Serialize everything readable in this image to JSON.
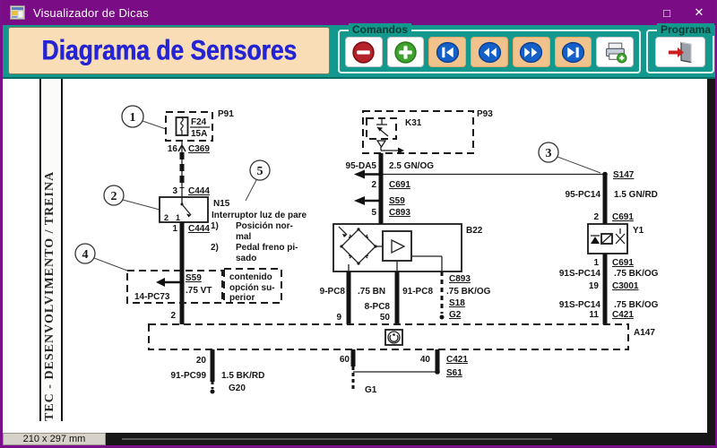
{
  "colors": {
    "titlebar": "#7a0d86",
    "toolbar_teal": "#12988c",
    "panel_cream": "#f8ddb6",
    "heading_blue": "#2424d4"
  },
  "window": {
    "title": "Visualizador de Dicas",
    "maximize_glyph": "□",
    "close_glyph": "✕"
  },
  "toolbar": {
    "heading": "Diagrama de Sensores",
    "groups": {
      "commands": "Comandos",
      "program": "Programa"
    },
    "buttons": [
      {
        "name": "remove",
        "icon": "minus-circle-icon"
      },
      {
        "name": "add",
        "icon": "plus-circle-icon"
      },
      {
        "name": "first",
        "icon": "first-record-icon"
      },
      {
        "name": "previous",
        "icon": "previous-record-icon"
      },
      {
        "name": "next",
        "icon": "next-record-icon"
      },
      {
        "name": "last",
        "icon": "last-record-icon"
      },
      {
        "name": "print",
        "icon": "printer-plus-icon"
      },
      {
        "name": "exit",
        "icon": "exit-door-icon"
      }
    ]
  },
  "sidebar": {
    "vertical_text": "TEC - DESENVOLVIMENTO / TREINA"
  },
  "statusbar": {
    "page_size": "210 x 297 mm"
  },
  "diagram": {
    "callouts": [
      "1",
      "2",
      "3",
      "4",
      "5"
    ],
    "labels": {
      "p91": "P91",
      "f24": "F24",
      "f24_rating": "15A",
      "pin16": "16",
      "c369": "C369",
      "pin3": "3",
      "c444_top": "C444",
      "n15": "N15",
      "n15_desc": "Interruptor luz de pare",
      "li1_num": "1)",
      "li1_a": "Posición nor-",
      "li1_b": "mal",
      "li2_num": "2)",
      "li2_a": "Pedal freno pi-",
      "li2_b": "sado",
      "n15_pin2": "2",
      "n15_pin1": "1",
      "pin1": "1",
      "c444_bot": "C444",
      "s59_left": "S59",
      "wire_75vt": ".75 VT",
      "circ_14pc73": "14-PC73",
      "opt_line1": "contenido",
      "opt_line2": "opción su-",
      "opt_line3": "perior",
      "pin2_left": "2",
      "p93": "P93",
      "k31": "K31",
      "circ_95da5": "95-DA5",
      "wire_25gnog": "2.5 GN/OG",
      "pin2_k": "2",
      "c691_k": "C691",
      "s59_k": "S59",
      "pin5": "5",
      "c893_k": "C893",
      "b22": "B22",
      "circ_9pc8": "9-PC8",
      "wire_75bn": ".75 BN",
      "circ_91pc8": "91-PC8",
      "c893_b": "C893",
      "wire_75bkog_b": ".75 BK/OG",
      "s18": "S18",
      "g2": "G2",
      "circ_8pc8": "8-PC8",
      "pin9": "9",
      "pin50": "50",
      "s147": "S147",
      "circ_95pc14": "95-PC14",
      "wire_15gnrd": "1.5 GN/RD",
      "pin2_y": "2",
      "c691_y_top": "C691",
      "y1": "Y1",
      "pin1_y": "1",
      "c691_y_bot": "C691",
      "circ_91spc14_a": "91S-PC14",
      "wire_75bkog_1": ".75 BK/OG",
      "pin19": "19",
      "c3001": "C3001",
      "circ_91spc14_b": "91S-PC14",
      "wire_75bkog_2": ".75 BK/OG",
      "pin11": "11",
      "c421_top": "C421",
      "a147": "A147",
      "pin20": "20",
      "circ_91pc99": "91-PC99",
      "wire_15bkrd": "1.5 BK/RD",
      "g20": "G20",
      "pin60": "60",
      "g1": "G1",
      "pin40": "40",
      "c421_bot": "C421",
      "s61": "S61"
    }
  }
}
